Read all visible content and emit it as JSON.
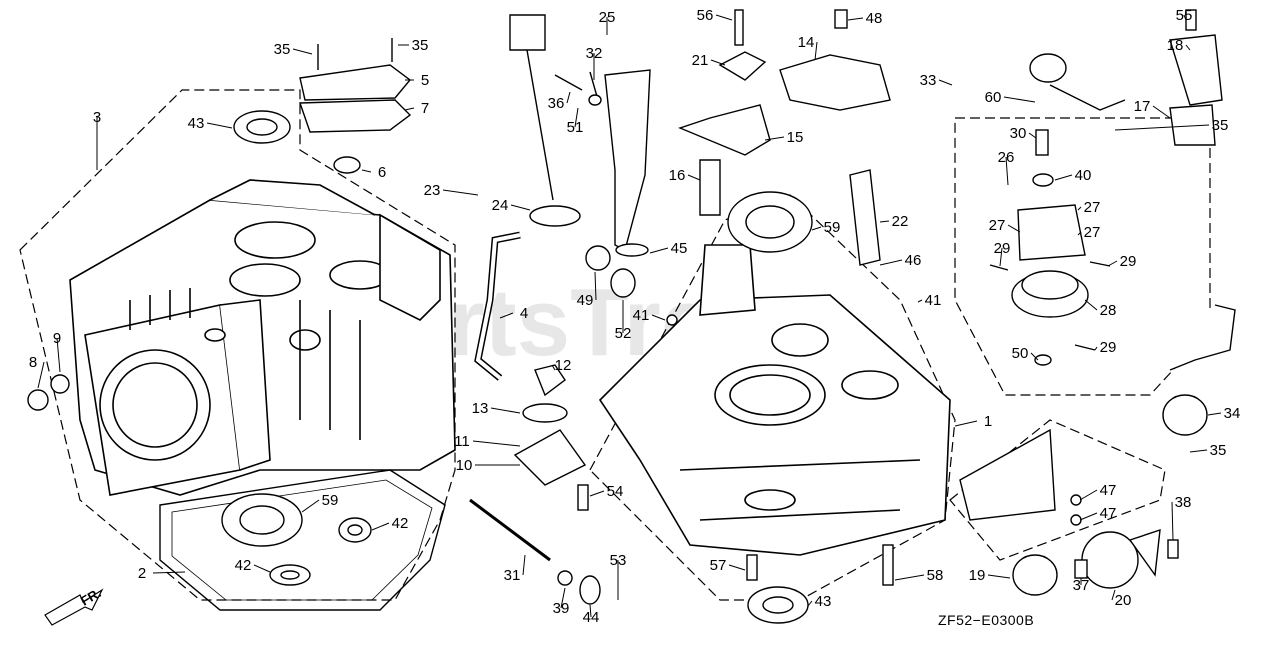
{
  "diagram": {
    "code": "ZF52−E0300B",
    "watermark": "PartsTree",
    "direction_marker": "FR.",
    "callouts": [
      "1",
      "2",
      "3",
      "4",
      "5",
      "6",
      "7",
      "8",
      "9",
      "10",
      "11",
      "12",
      "13",
      "14",
      "15",
      "16",
      "17",
      "18",
      "19",
      "20",
      "21",
      "22",
      "23",
      "24",
      "25",
      "26",
      "27",
      "28",
      "29",
      "30",
      "31",
      "32",
      "33",
      "34",
      "35",
      "36",
      "37",
      "38",
      "39",
      "40",
      "41",
      "42",
      "43",
      "44",
      "45",
      "46",
      "47",
      "48",
      "49",
      "50",
      "51",
      "52",
      "53",
      "54",
      "55",
      "56",
      "57",
      "58",
      "59",
      "60"
    ]
  }
}
